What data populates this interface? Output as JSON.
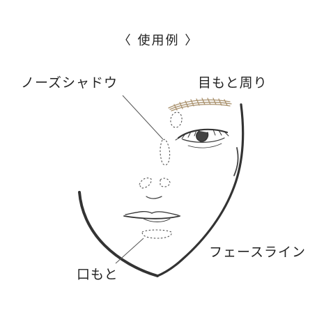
{
  "title": "〈 使用例 〉",
  "labels": {
    "nose_shadow": "ノーズシャドウ",
    "eye_area": "目もと周り",
    "face_line": "フェースライン",
    "mouth_area": "口もと"
  },
  "colors": {
    "line": "#333333",
    "eyebrow": "#a9916d",
    "dashed": "#555555"
  }
}
